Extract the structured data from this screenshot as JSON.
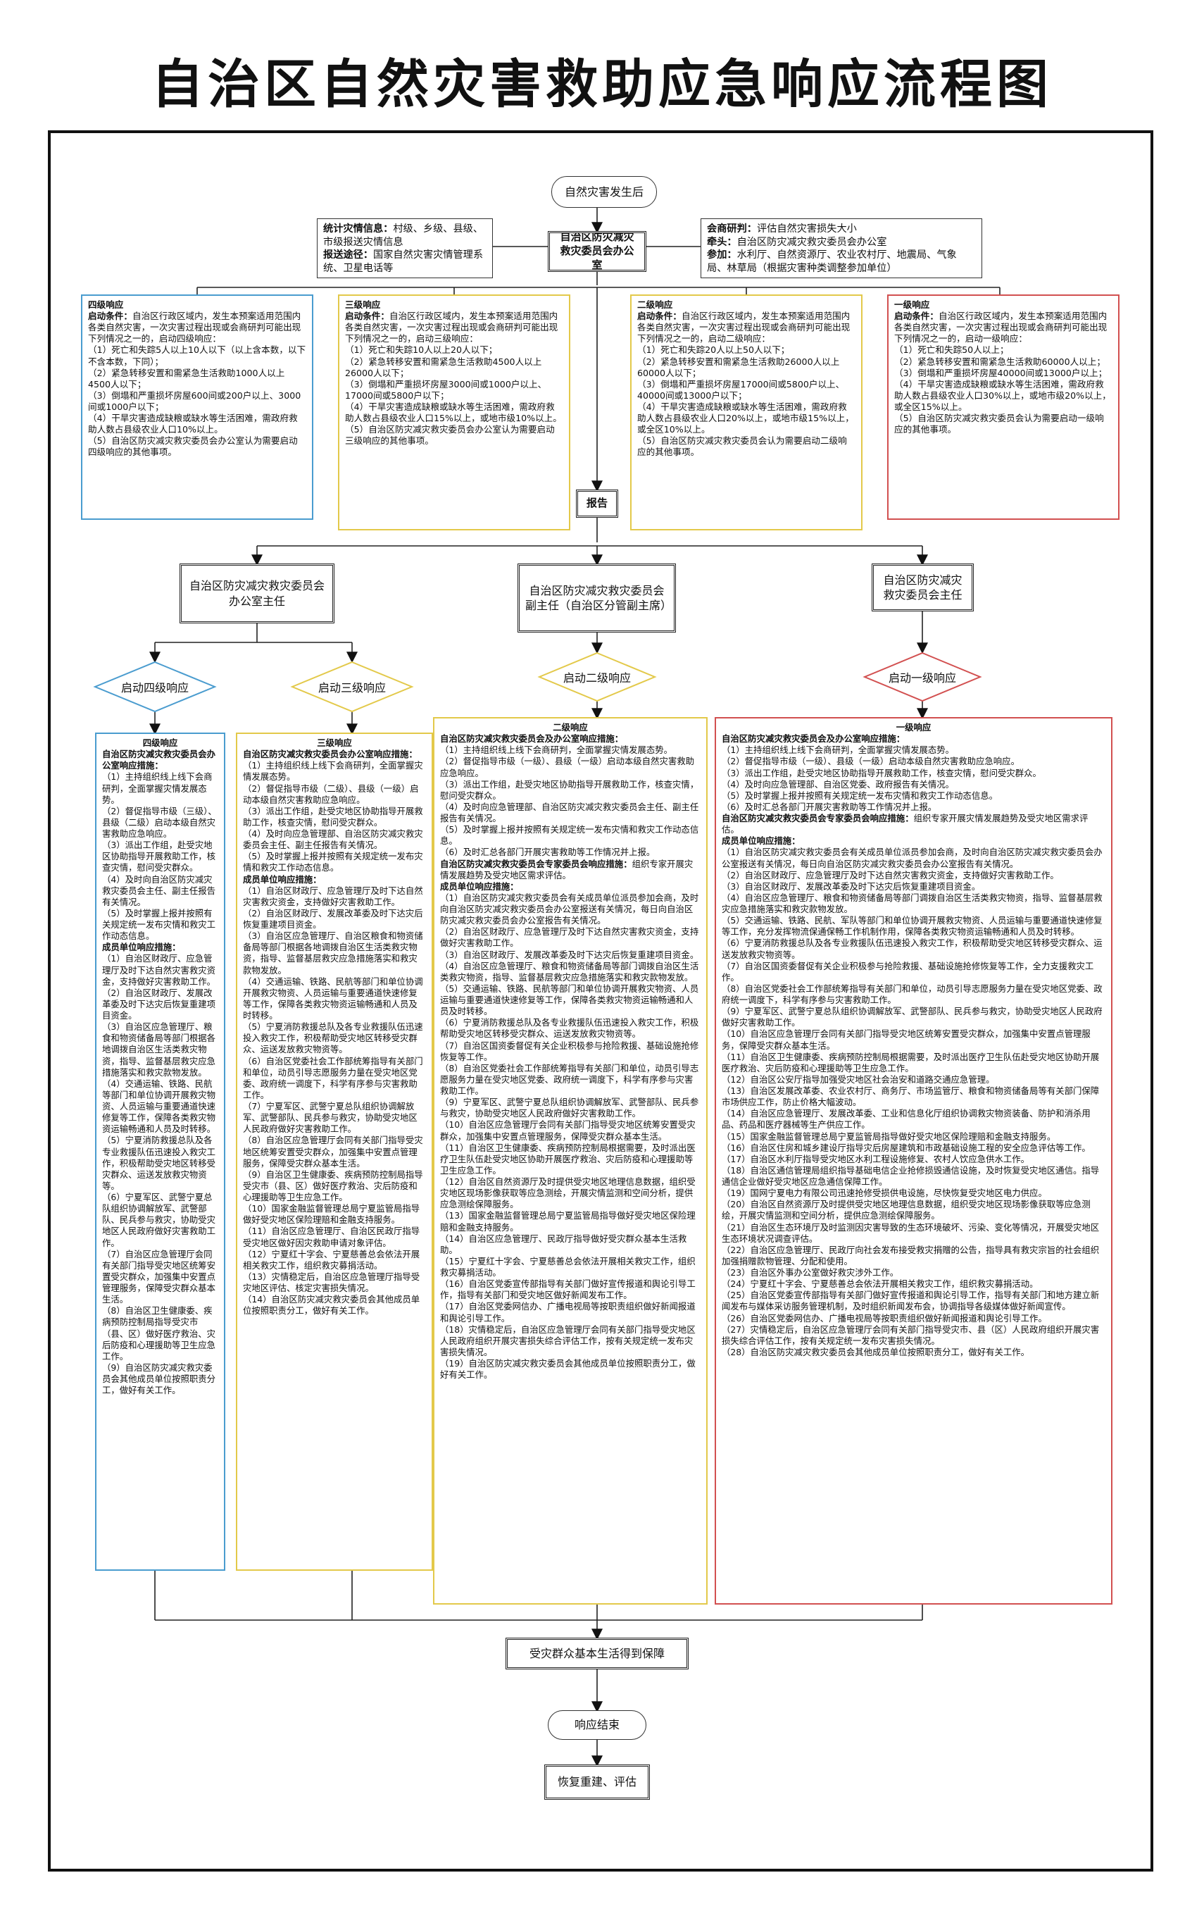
{
  "title": "自治区自然灾害救助应急响应流程图",
  "start": "自然灾害发生后",
  "office": "自治区防灾减灾救灾委员会办公室",
  "left_info": {
    "l1_label": "统计灾情信息：",
    "l1_text": "村级、乡级、县级、市级报送灾情信息",
    "l2_label": "报送途径：",
    "l2_text": "国家自然灾害灾情管理系统、卫星电话等"
  },
  "right_info": {
    "l1_label": "会商研判：",
    "l1_text": "评估自然灾害损失大小",
    "l2_label": "牵头：",
    "l2_text": "自治区防灾减灾救灾委员会办公室",
    "l3_label": "参加：",
    "l3_text": "水利厅、自然资源厅、农业农村厅、地震局、气象局、林草局（根据灾害种类调整参加单位）"
  },
  "levels": [
    {
      "title": "四级响应",
      "cond_label": "启动条件：",
      "cond": "自治区行政区域内，发生本预案适用范围内各类自然灾害，一次灾害过程出现或会商研判可能出现下列情况之一的，启动四级响应：",
      "items": [
        "（1）死亡和失踪5人以上10人以下（以上含本数，以下不含本数，下同）；",
        "（2）紧急转移安置和需紧急生活救助1000人以上4500人以下；",
        "（3）倒塌和严重损坏房屋600间或200户以上、3000间或1000户以下；",
        "（4）干旱灾害造成缺粮或缺水等生活困难，需政府救助人数占县级农业人口10%以上。",
        "（5）自治区防灾减灾救灾委员会办公室认为需要启动四级响应的其他事项。"
      ]
    },
    {
      "title": "三级响应",
      "cond_label": "启动条件：",
      "cond": "自治区行政区域内，发生本预案适用范围内各类自然灾害，一次灾害过程出现或会商研判可能出现下列情况之一的，启动三级响应：",
      "items": [
        "（1）死亡和失踪10人以上20人以下；",
        "（2）紧急转移安置和需紧急生活救助4500人以上26000人以下；",
        "（3）倒塌和严重损坏房屋3000间或1000户以上、17000间或5800户以下；",
        "（4）干旱灾害造成缺粮或缺水等生活困难，需政府救助人数占县级农业人口15%以上，或地市级10%以上。",
        "（5）自治区防灾减灾救灾委员会办公室认为需要启动三级响应的其他事项。"
      ]
    },
    {
      "title": "二级响应",
      "cond_label": "启动条件：",
      "cond": "自治区行政区域内，发生本预案适用范围内各类自然灾害，一次灾害过程出现或会商研判可能出现下列情况之一的，启动二级响应：",
      "items": [
        "（1）死亡和失踪20人以上50人以下；",
        "（2）紧急转移安置和需紧急生活救助26000人以上60000人以下；",
        "（3）倒塌和严重损坏房屋17000间或5800户以上、40000间或13000户以下；",
        "（4）干旱灾害造成缺粮或缺水等生活困难，需政府救助人数占县级农业人口20%以上，或地市级15%以上，或全区10%以上。",
        "（5）自治区防灾减灾救灾委员会认为需要启动二级响应的其他事项。"
      ]
    },
    {
      "title": "一级响应",
      "cond_label": "启动条件：",
      "cond": "自治区行政区域内，发生本预案适用范围内各类自然灾害，一次灾害过程出现或会商研判可能出现下列情况之一的，启动一级响应：",
      "items": [
        "（1）死亡和失踪50人以上；",
        "（2）紧急转移安置和需紧急生活救助60000人以上；",
        "（3）倒塌和严重损坏房屋40000间或13000户以上；",
        "（4）干旱灾害造成缺粮或缺水等生活困难，需政府救助人数占县级农业人口30%以上，或地市级20%以上，或全区15%以上。",
        "（5）自治区防灾减灾救灾委员会认为需要启动一级响应的其他事项。"
      ]
    }
  ],
  "report": "报告",
  "leaders": [
    "自治区防灾减灾救灾委员会办公室主任",
    "自治区防灾减灾救灾委员会副主任（自治区分管副主席）",
    "自治区防灾减灾救灾委员会主任"
  ],
  "start_levels": [
    "启动四级响应",
    "启动三级响应",
    "启动二级响应",
    "启动一级响应"
  ],
  "m4": {
    "title": "四级响应",
    "h1": "自治区防灾减灾救灾委员会办公室响应措施：",
    "a": [
      "（1）主持组织线上线下会商研判，全面掌握灾情发展态势。",
      "（2）督促指导市级（三级）、县级（二级）启动本级自然灾害救助应急响应。",
      "（3）派出工作组，赴受灾地区协助指导开展救助工作，核查灾情，慰问受灾群众。",
      "（4）及时向自治区防灾减灾救灾委员会主任、副主任报告有关情况。",
      "（5）及时掌握上报并按照有关规定统一发布灾情和救灾工作动态信息。"
    ],
    "h2": "成员单位响应措施：",
    "b": [
      "（1）自治区财政厅、应急管理厅及时下达自然灾害救灾资金，支持做好灾害救助工作。",
      "（2）自治区财政厅、发展改革委及时下达灾后恢复重建项目资金。",
      "（3）自治区应急管理厅、粮食和物资储备局等部门根据各地调拨自治区生活类救灾物资，指导、监督基层救灾应急措施落实和救灾款物发放。",
      "（4）交通运输、铁路、民航等部门和单位协调开展救灾物资、人员运输与重要通道快速修复等工作，保障各类救灾物资运输畅通和人员及时转移。",
      "（5）宁夏消防救援总队及各专业救援队伍迅速投入救灾工作，积极帮助受灾地区转移受灾群众、运送发放救灾物资等。",
      "（6）宁夏军区、武警宁夏总队组织协调解放军、武警部队、民兵参与救灾，协助受灾地区人民政府做好灾害救助工作。",
      "（7）自治区应急管理厅会同有关部门指导受灾地区统筹安置受灾群众，加强集中安置点管理服务，保障受灾群众基本生活。",
      "（8）自治区卫生健康委、疾病预防控制局指导受灾市（县、区）做好医疗救治、灾后防疫和心理援助等卫生应急工作。",
      "（9）自治区防灾减灾救灾委员会其他成员单位按照职责分工，做好有关工作。"
    ]
  },
  "m3": {
    "title": "三级响应",
    "h1": "自治区防灾减灾救灾委员会办公室响应措施：",
    "a": [
      "（1）主持组织线上线下会商研判，全面掌握灾情发展态势。",
      "（2）督促指导市级（二级）、县级（一级）启动本级自然灾害救助应急响应。",
      "（3）派出工作组，赴受灾地区协助指导开展救助工作，核查灾情，慰问受灾群众。",
      "（4）及时向应急管理部、自治区防灾减灾救灾委员会主任、副主任报告有关情况。",
      "（5）及时掌握上报并按照有关规定统一发布灾情和救灾工作动态信息。"
    ],
    "h2": "成员单位响应措施：",
    "b": [
      "（1）自治区财政厅、应急管理厅及时下达自然灾害救灾资金，支持做好灾害救助工作。",
      "（2）自治区财政厅、发展改革委及时下达灾后恢复重建项目资金。",
      "（3）自治区应急管理厅、自治区粮食和物资储备局等部门根据各地调拨自治区生活类救灾物资，指导、监督基层救灾应急措施落实和救灾款物发放。",
      "（4）交通运输、铁路、民航等部门和单位协调开展救灾物资、人员运输与重要通道快速修复等工作，保障各类救灾物资运输畅通和人员及时转移。",
      "（5）宁夏消防救援总队及各专业救援队伍迅速投入救灾工作，积极帮助受灾地区转移受灾群众、运送发放救灾物资等。",
      "（6）自治区党委社会工作部统筹指导有关部门和单位，动员引导志愿服务力量在受灾地区党委、政府统一调度下，科学有序参与灾害救助工作。",
      "（7）宁夏军区、武警宁夏总队组织协调解放军、武警部队、民兵参与救灾，协助受灾地区人民政府做好灾害救助工作。",
      "（8）自治区应急管理厅会同有关部门指导受灾地区统筹安置受灾群众，加强集中安置点管理服务，保障受灾群众基本生活。",
      "（9）自治区卫生健康委、疾病预防控制局指导受灾市（县、区）做好医疗救治、灾后防疫和心理援助等卫生应急工作。",
      "（10）国家金融监督管理总局宁夏监管局指导做好受灾地区保险理赔和金融支持服务。",
      "（11）自治区应急管理厅、自治区民政厅指导受灾地区做好因灾救助申请对象评估。",
      "（12）宁夏红十字会、宁夏慈善总会依法开展相关救灾工作，组织救灾募捐活动。",
      "（13）灾情稳定后，自治区应急管理厅指导受灾地区评估、核定灾害损失情况。",
      "（14）自治区防灾减灾救灾委员会其他成员单位按照职责分工，做好有关工作。"
    ]
  },
  "m2": {
    "title": "二级响应",
    "h1": "自治区防灾减灾救灾委员会及办公室响应措施：",
    "a": [
      "（1）主持组织线上线下会商研判，全面掌握灾情发展态势。",
      "（2）督促指导市级（一级）、县级（一级）启动本级自然灾害救助应急响应。",
      "（3）派出工作组，赴受灾地区协助指导开展救助工作，核查灾情，慰问受灾群众。",
      "（4）及时向应急管理部、自治区防灾减灾救灾委员会主任、副主任报告有关情况。",
      "（5）及时掌握上报并按照有关规定统一发布灾情和救灾工作动态信息。",
      "（6）及时汇总各部门开展灾害救助等工作情况并上报。"
    ],
    "h2": "自治区防灾减灾救灾委员会专家委员会响应措施：",
    "h2t": "组织专家开展灾情发展趋势及受灾地区需求评估。",
    "h3": "成员单位响应措施：",
    "b": [
      "（1）自治区防灾减灾救灾委员会有关成员单位派员参加会商，及时向自治区防灾减灾救灾委员会办公室报送有关情况，每日向自治区防灾减灾救灾委员会办公室报告有关情况。",
      "（2）自治区财政厅、应急管理厅及时下达自然灾害救灾资金，支持做好灾害救助工作。",
      "（3）自治区财政厅、发展改革委及时下达灾后恢复重建项目资金。",
      "（4）自治区应急管理厅、粮食和物资储备局等部门调拨自治区生活类救灾物资，指导、监督基层救灾应急措施落实和救灾款物发放。",
      "（5）交通运输、铁路、民航等部门和单位协调开展救灾物资、人员运输与重要通道快速修复等工作，保障各类救灾物资运输畅通和人员及时转移。",
      "（6）宁夏消防救援总队及各专业救援队伍迅速投入救灾工作，积极帮助受灾地区转移受灾群众、运送发放救灾物资等。",
      "（7）自治区国资委督促有关企业积极参与抢险救援、基础设施抢修恢复等工作。",
      "（8）自治区党委社会工作部统筹指导有关部门和单位，动员引导志愿服务力量在受灾地区党委、政府统一调度下，科学有序参与灾害救助工作。",
      "（9）宁夏军区、武警宁夏总队组织协调解放军、武警部队、民兵参与救灾，协助受灾地区人民政府做好灾害救助工作。",
      "（10）自治区应急管理厅会同有关部门指导受灾地区统筹安置受灾群众，加强集中安置点管理服务，保障受灾群众基本生活。",
      "（11）自治区卫生健康委、疾病预防控制局根据需要，及时派出医疗卫生队伍赴受灾地区协助开展医疗救治、灾后防疫和心理援助等卫生应急工作。",
      "（12）自治区自然资源厅及时提供受灾地区地理信息数据，组织受灾地区现场影像获取等应急测绘，开展灾情监测和空间分析，提供应急测绘保障服务。",
      "（13）国家金融监督管理总局宁夏监管局指导做好受灾地区保险理赔和金融支持服务。",
      "（14）自治区应急管理厅、民政厅指导做好受灾群众基本生活救助。",
      "（15）宁夏红十字会、宁夏慈善总会依法开展相关救灾工作，组织救灾募捐活动。",
      "（16）自治区党委宣传部指导有关部门做好宣传报道和舆论引导工作，指导有关部门和受灾地区做好新闻发布工作。",
      "（17）自治区党委网信办、广播电视局等按职责组织做好新闻报道和舆论引导工作。",
      "（18）灾情稳定后，自治区应急管理厅会同有关部门指导受灾地区人民政府组织开展灾害损失综合评估工作，按有关规定统一发布灾害损失情况。",
      "（19）自治区防灾减灾救灾委员会其他成员单位按照职责分工，做好有关工作。"
    ]
  },
  "m1": {
    "title": "一级响应",
    "h1": "自治区防灾减灾救灾委员会及办公室响应措施：",
    "a": [
      "（1）主持组织线上线下会商研判，全面掌握灾情发展态势。",
      "（2）督促指导市级（一级）、县级（一级）启动本级自然灾害救助应急响应。",
      "（3）派出工作组，赴受灾地区协助指导开展救助工作，核查灾情，慰问受灾群众。",
      "（4）及时向应急管理部、自治区党委、政府报告有关情况。",
      "（5）及时掌握上报并按照有关规定统一发布灾情和救灾工作动态信息。",
      "（6）及时汇总各部门开展灾害救助等工作情况并上报。"
    ],
    "h2": "自治区防灾减灾救灾委员会专家委员会响应措施：",
    "h2t": "组织专家开展灾情发展趋势及受灾地区需求评估。",
    "h3": "成员单位响应措施：",
    "b": [
      "（1）自治区防灾减灾救灾委员会有关成员单位派员参加会商，及时向自治区防灾减灾救灾委员会办公室报送有关情况，每日向自治区防灾减灾救灾委员会办公室报告有关情况。",
      "（2）自治区财政厅、应急管理厅及时下达自然灾害救灾资金，支持做好灾害救助工作。",
      "（3）自治区财政厅、发展改革委及时下达灾后恢复重建项目资金。",
      "（4）自治区应急管理厅、粮食和物资储备局等部门调拨自治区生活类救灾物资，指导、监督基层救灾应急措施落实和救灾款物发放。",
      "（5）交通运输、铁路、民航、军队等部门和单位协调开展救灾物资、人员运输与重要通道快速修复等工作，充分发挥物流保通保畅工作机制作用，保障各类救灾物资运输畅通和人员及时转移。",
      "（6）宁夏消防救援总队及各专业救援队伍迅速投入救灾工作，积极帮助受灾地区转移受灾群众、运送发放救灾物资等。",
      "（7）自治区国资委督促有关企业积极参与抢险救援、基础设施抢修恢复等工作，全力支援救灾工作。",
      "（8）自治区党委社会工作部统筹指导有关部门和单位，动员引导志愿服务力量在受灾地区党委、政府统一调度下，科学有序参与灾害救助工作。",
      "（9）宁夏军区、武警宁夏总队组织协调解放军、武警部队、民兵参与救灾，协助受灾地区人民政府做好灾害救助工作。",
      "（10）自治区应急管理厅会同有关部门指导受灾地区统筹安置受灾群众，加强集中安置点管理服务，保障受灾群众基本生活。",
      "（11）自治区卫生健康委、疾病预防控制局根据需要，及时派出医疗卫生队伍赴受灾地区协助开展医疗救治、灾后防疫和心理援助等卫生应急工作。",
      "（12）自治区公安厅指导加强受灾地区社会治安和道路交通应急管理。",
      "（13）自治区发展改革委、农业农村厅、商务厅、市场监管厅、粮食和物资储备局等有关部门保障市场供应工作，防止价格大幅波动。",
      "（14）自治区应急管理厅、发展改革委、工业和信息化厅组织协调救灾物资装备、防护和消杀用品、药品和医疗器械等生产供应工作。",
      "（15）国家金融监督管理总局宁夏监管局指导做好受灾地区保险理赔和金融支持服务。",
      "（16）自治区住房和城乡建设厅指导灾后房屋建筑和市政基础设施工程的安全应急评估等工作。",
      "（17）自治区水利厅指导受灾地区水利工程设施修复、农村人饮应急供水工作。",
      "（18）自治区通信管理局组织指导基础电信企业抢修损毁通信设施，及时恢复受灾地区通信。指导通信企业做好受灾地区应急通信保障工作。",
      "（19）国网宁夏电力有限公司迅速抢修受损供电设施，尽快恢复受灾地区电力供应。",
      "（20）自治区自然资源厅及时提供受灾地区地理信息数据，组织受灾地区现场影像获取等应急测绘，开展灾情监测和空间分析，提供应急测绘保障服务。",
      "（21）自治区生态环境厅及时监测因灾害导致的生态环境破坏、污染、变化等情况，开展受灾地区生态环境状况调查评估。",
      "（22）自治区应急管理厅、民政厅向社会发布接受救灾捐赠的公告，指导具有救灾宗旨的社会组织加强捐赠款物管理、分配和使用。",
      "（23）自治区外事办公室做好救灾涉外工作。",
      "（24）宁夏红十字会、宁夏慈善总会依法开展相关救灾工作，组织救灾募捐活动。",
      "（25）自治区党委宣传部指导有关部门做好宣传报道和舆论引导工作，指导有关部门和地方建立新闻发布与媒体采访服务管理机制，及时组织新闻发布会，协调指导各级媒体做好新闻宣传。",
      "（26）自治区党委网信办、广播电视局等按职责组织做好新闻报道和舆论引导工作。",
      "（27）灾情稳定后，自治区应急管理厅会同有关部门指导受灾市、县（区）人民政府组织开展灾害损失综合评估工作，按有关规定统一发布灾害损失情况。",
      "（28）自治区防灾减灾救灾委员会其他成员单位按照职责分工，做好有关工作。"
    ]
  },
  "guarantee": "受灾群众基本生活得到保障",
  "end": "响应结束",
  "recovery": "恢复重建、评估"
}
